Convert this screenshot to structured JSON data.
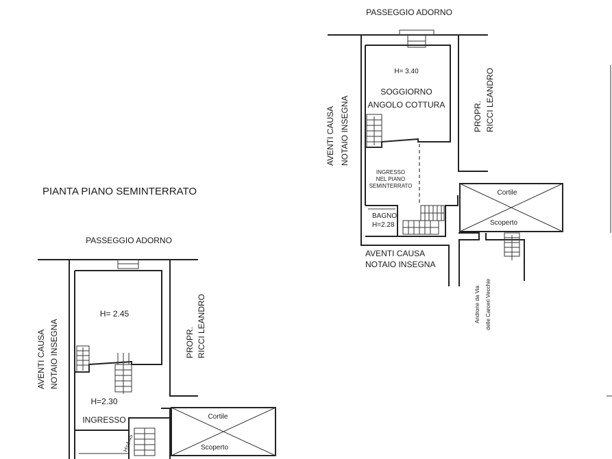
{
  "plan_title": "PIANTA PIANO SEMINTERRATO",
  "upper_plan": {
    "street_top": "PASSEGGIO ADORNO",
    "left_neighbor": [
      "AVENTI CAUSA",
      "NOTAIO INSEGNA"
    ],
    "right_neighbor": [
      "PROPR.",
      "RICCI LEANDRO"
    ],
    "room_height": "H= 3.40",
    "room_name_1": "SOGGIORNO",
    "room_name_2": "ANGOLO COTTURA",
    "entry_note": [
      "INGRESSO",
      "NEL PIANO",
      "SEMINTERRATO"
    ],
    "bath_name": "BAGNO",
    "bath_height": "H=2.28",
    "bottom_neighbor": [
      "AVENTI CAUSA",
      "NOTAIO INSEGNA"
    ],
    "courtyard_1": "Cortile",
    "courtyard_2": "Scoperto",
    "passage": [
      "Androne da Via",
      "delle Carceri Vecchie"
    ]
  },
  "lower_plan": {
    "street_top": "PASSEGGIO ADORNO",
    "left_neighbor": [
      "AVENTI CAUSA",
      "NOTAIO INSEGNA"
    ],
    "right_neighbor": [
      "PROPR.",
      "RICCI LEANDRO"
    ],
    "room_height": "H= 2.45",
    "entry_height": "H=2.30",
    "entry_name": "INGRESSO",
    "stair_height": "H=4.45",
    "courtyard_1": "Cortile",
    "courtyard_2": "Scoperto"
  }
}
